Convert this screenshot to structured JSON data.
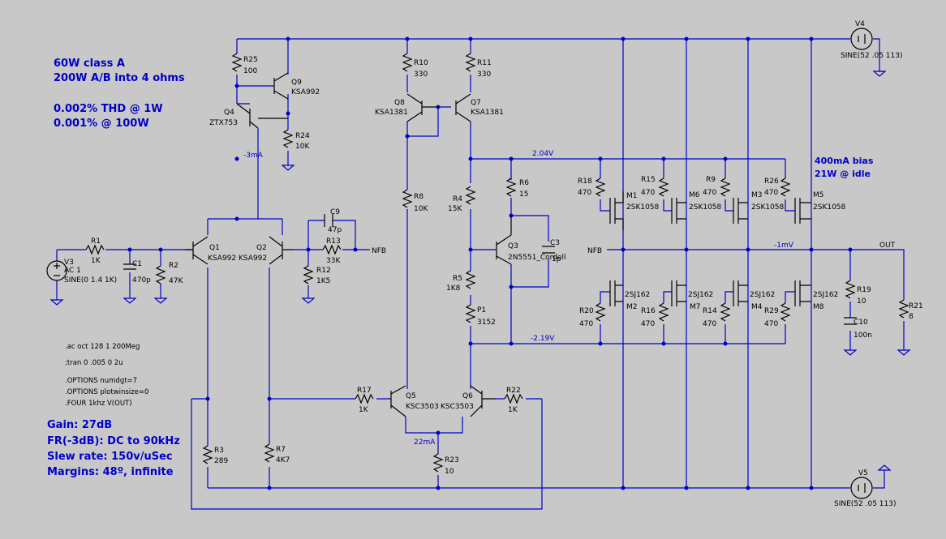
{
  "notes_top": [
    "60W class A",
    "200W A/B into 4 ohms",
    "0.002% THD @ 1W",
    "0.001% @ 100W"
  ],
  "notes_bottom": [
    "Gain: 27dB",
    "FR(-3dB): DC to 90kHz",
    "Slew rate: 150v/uSec",
    "Margins: 48º, infinite"
  ],
  "directives": [
    ".ac oct 128 1 200Meg",
    ";tran 0 .005 0 2u",
    ".OPTIONS numdgt=7",
    ".OPTIONS plotwinsize=0",
    ".FOUR 1khz V(OUT)"
  ],
  "bias_note": [
    "400mA bias",
    "21W @ idle"
  ],
  "net_labels": {
    "current_vas": "-3mA",
    "current_tail": "22mA",
    "v_top": "2.04V",
    "v_bot": "-2.19V",
    "v_out": "-1mV",
    "nfb": "NFB",
    "out": "OUT"
  },
  "components": {
    "R1": [
      "R1",
      "1K"
    ],
    "R2": [
      "R2",
      "47K"
    ],
    "C1": [
      "C1",
      "470p"
    ],
    "V3": [
      "V3",
      "AC 1",
      "SINE(0 1.4 1K)"
    ],
    "Q1": [
      "Q1",
      "KSA992"
    ],
    "Q2": [
      "Q2",
      "KSA992"
    ],
    "R25": [
      "R25",
      "100"
    ],
    "Q9": [
      "Q9",
      "KSA992"
    ],
    "Q4": [
      "Q4",
      "ZTX753"
    ],
    "R24": [
      "R24",
      "10K"
    ],
    "C9": [
      "C9",
      "47p"
    ],
    "R13": [
      "R13",
      "33K"
    ],
    "R12": [
      "R12",
      "1K5"
    ],
    "R3": [
      "R3",
      "289"
    ],
    "R7": [
      "R7",
      "4K7"
    ],
    "R10": [
      "R10",
      "330"
    ],
    "R11": [
      "R11",
      "330"
    ],
    "Q8": [
      "Q8",
      "KSA1381"
    ],
    "Q7": [
      "Q7",
      "KSA1381"
    ],
    "R8": [
      "R8",
      "10K"
    ],
    "R4": [
      "R4",
      "15K"
    ],
    "R6": [
      "R6",
      "15"
    ],
    "Q3": [
      "Q3",
      "2N5551_Cordell"
    ],
    "C3": [
      "C3",
      "1p"
    ],
    "R5": [
      "R5",
      "1K8"
    ],
    "P1": [
      "P1",
      "3152"
    ],
    "R17": [
      "R17",
      "1K"
    ],
    "R22": [
      "R22",
      "1K"
    ],
    "Q5": [
      "Q5",
      "KSC3503"
    ],
    "Q6": [
      "Q6",
      "KSC3503"
    ],
    "R23": [
      "R23",
      "10"
    ],
    "R18": [
      "R18",
      "470"
    ],
    "M1": [
      "M1",
      "2SK1058"
    ],
    "R15": [
      "R15",
      "470"
    ],
    "M6": [
      "M6",
      "2SK1058"
    ],
    "R9": [
      "R9",
      "470"
    ],
    "M3": [
      "M3",
      "2SK1058"
    ],
    "R26": [
      "R26",
      "470"
    ],
    "M5": [
      "M5",
      "2SK1058"
    ],
    "R20": [
      "R20",
      "470"
    ],
    "M2": [
      "M2",
      "2SJ162"
    ],
    "R16": [
      "R16",
      "470"
    ],
    "M7": [
      "M7",
      "2SJ162"
    ],
    "R14": [
      "R14",
      "470"
    ],
    "M4": [
      "M4",
      "2SJ162"
    ],
    "R29": [
      "R29",
      "470"
    ],
    "M8": [
      "M8",
      "2SJ162"
    ],
    "R19": [
      "R19",
      "10"
    ],
    "C10": [
      "C10",
      "100n"
    ],
    "R21": [
      "R21",
      "8"
    ],
    "V4": [
      "V4",
      "SINE(52 .05 113)"
    ],
    "V5": [
      "V5",
      "SINE(52 .05 113)"
    ]
  }
}
